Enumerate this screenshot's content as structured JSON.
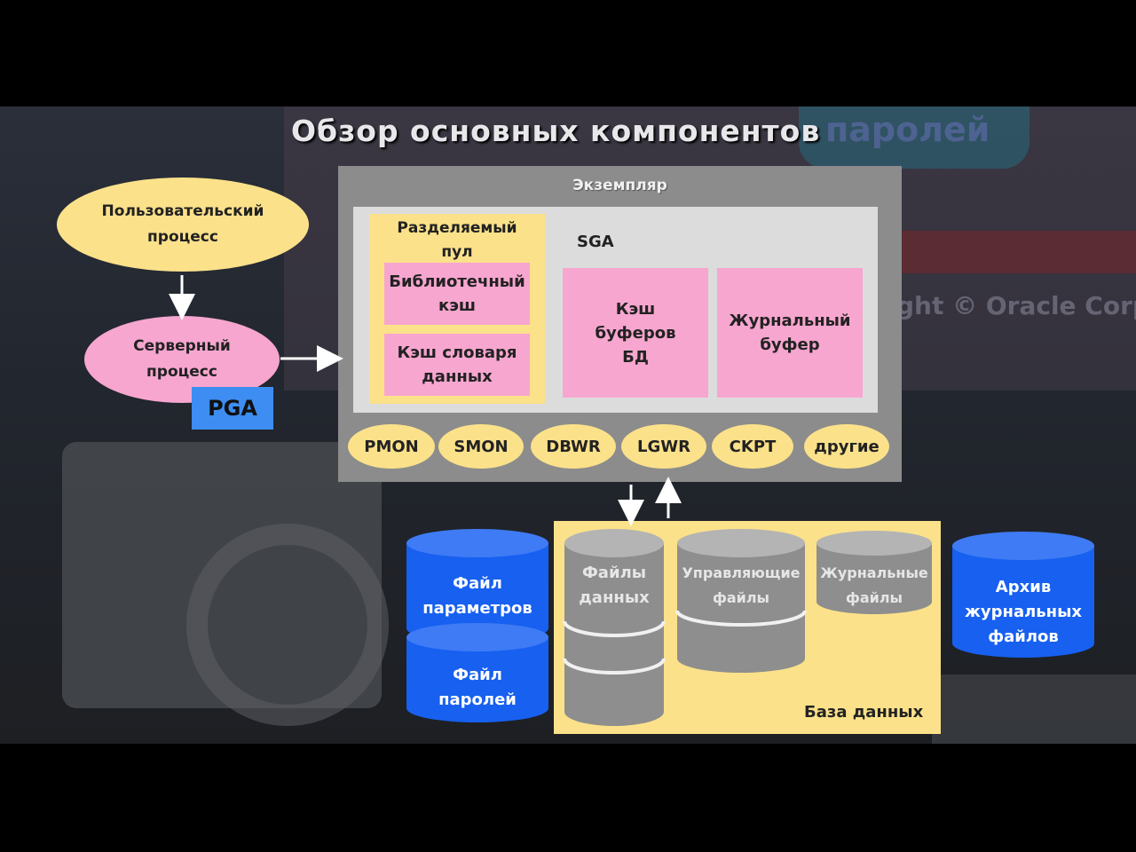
{
  "title": "Обзор основных компонентов",
  "background_text": {
    "screen_word": "паролей",
    "copyright": "ght © Oracle Corp"
  },
  "instance": {
    "label": "Экземпляр",
    "sga": {
      "label": "SGA",
      "shared_pool": {
        "label_line1": "Разделяемый",
        "label_line2": "пул",
        "library_cache": [
          "Библиотечный",
          "кэш"
        ],
        "dictionary_cache": [
          "Кэш словаря",
          "данных"
        ]
      },
      "buffer_cache": [
        "Кэш",
        "буферов",
        "БД"
      ],
      "redo_buffer": [
        "Журнальный",
        "буфер"
      ]
    },
    "background_processes": [
      "PMON",
      "SMON",
      "DBWR",
      "LGWR",
      "CKPT",
      "другие"
    ]
  },
  "user_process": [
    "Пользовательский",
    "процесс"
  ],
  "server_process": [
    "Серверный",
    "процесс"
  ],
  "pga": "PGA",
  "database": {
    "label": "База данных",
    "data_files": [
      "Файлы",
      "данных"
    ],
    "control_files": [
      "Управляющие",
      "файлы"
    ],
    "redo_files": [
      "Журнальные",
      "файлы"
    ]
  },
  "param_file": [
    "Файл",
    "параметров"
  ],
  "password_file": [
    "Файл",
    "паролей"
  ],
  "archive_logs": [
    "Архив",
    "журнальных",
    "файлов"
  ],
  "colors": {
    "yellow": "#fbe18a",
    "pink": "#f7a6cf",
    "gray_box": "#8c8c8c",
    "sga_bg": "#dcdcdc",
    "blue_cylinder": "#1760f0",
    "gray_cylinder": "#8e8e8e",
    "pga_blue": "#3d8df2"
  }
}
